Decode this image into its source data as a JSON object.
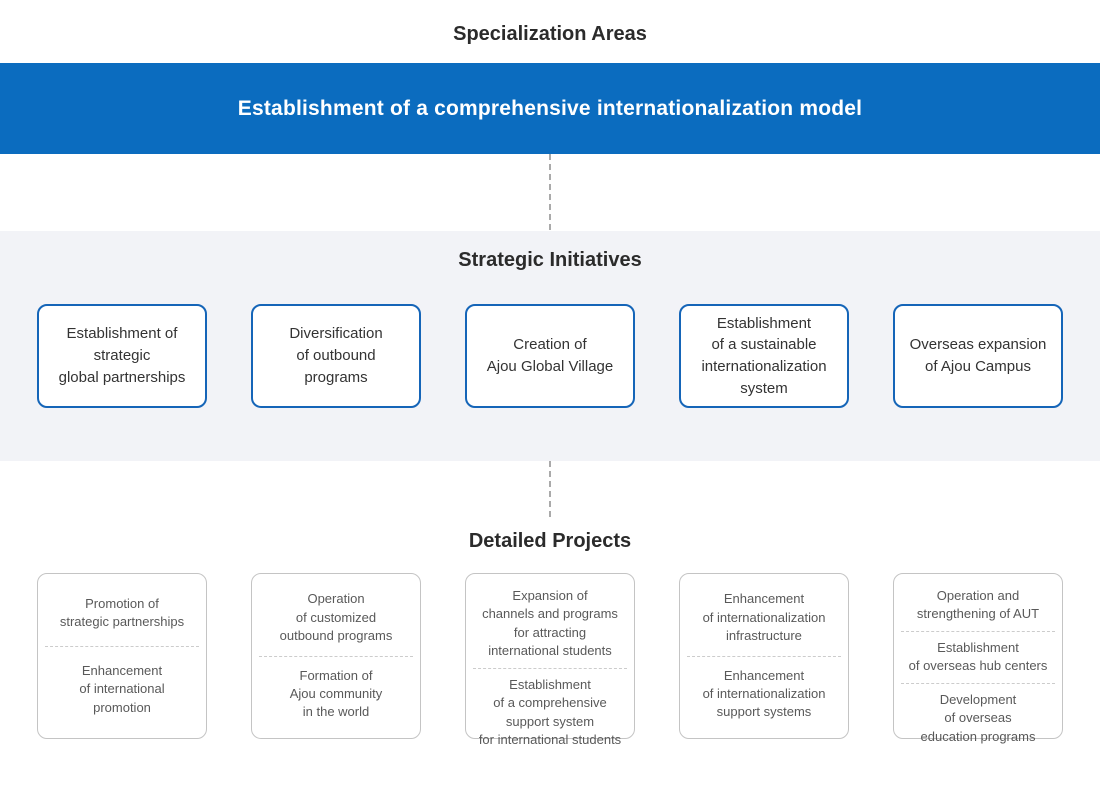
{
  "colors": {
    "banner_bg": "#0b6cbf",
    "banner_text": "#ffffff",
    "strategic_border": "#1565b8",
    "band_bg": "#f2f3f7",
    "title_text": "#2b2b2b",
    "strategic_text": "#333333",
    "detail_text": "#595959",
    "detail_border": "#c4c4c4",
    "dash_color": "#aaaaaa"
  },
  "header": {
    "title": "Specialization Areas",
    "banner": "Establishment of a comprehensive internationalization model"
  },
  "strategic": {
    "title": "Strategic Initiatives",
    "boxes": [
      {
        "label": "Establishment of\nstrategic\nglobal partnerships"
      },
      {
        "label": "Diversification\nof outbound\nprograms"
      },
      {
        "label": "Creation of\nAjou Global Village"
      },
      {
        "label": "Establishment\nof a sustainable\ninternationalization\nsystem"
      },
      {
        "label": "Overseas expansion\nof Ajou Campus"
      }
    ]
  },
  "detailed": {
    "title": "Detailed Projects",
    "boxes": [
      {
        "items": [
          "Promotion of\nstrategic partnerships",
          "Enhancement\nof international\npromotion"
        ]
      },
      {
        "items": [
          "Operation\nof customized\noutbound programs",
          "Formation of\nAjou community\nin the world"
        ]
      },
      {
        "items": [
          "Expansion of\nchannels and programs\nfor attracting\ninternational students",
          "Establishment\nof a comprehensive\nsupport system\nfor international students"
        ]
      },
      {
        "items": [
          "Enhancement\nof internationalization\ninfrastructure",
          "Enhancement\nof internationalization\nsupport systems"
        ]
      },
      {
        "items": [
          "Operation and\nstrengthening of AUT",
          "Establishment\nof overseas hub centers",
          "Development\nof overseas\neducation programs"
        ]
      }
    ]
  }
}
